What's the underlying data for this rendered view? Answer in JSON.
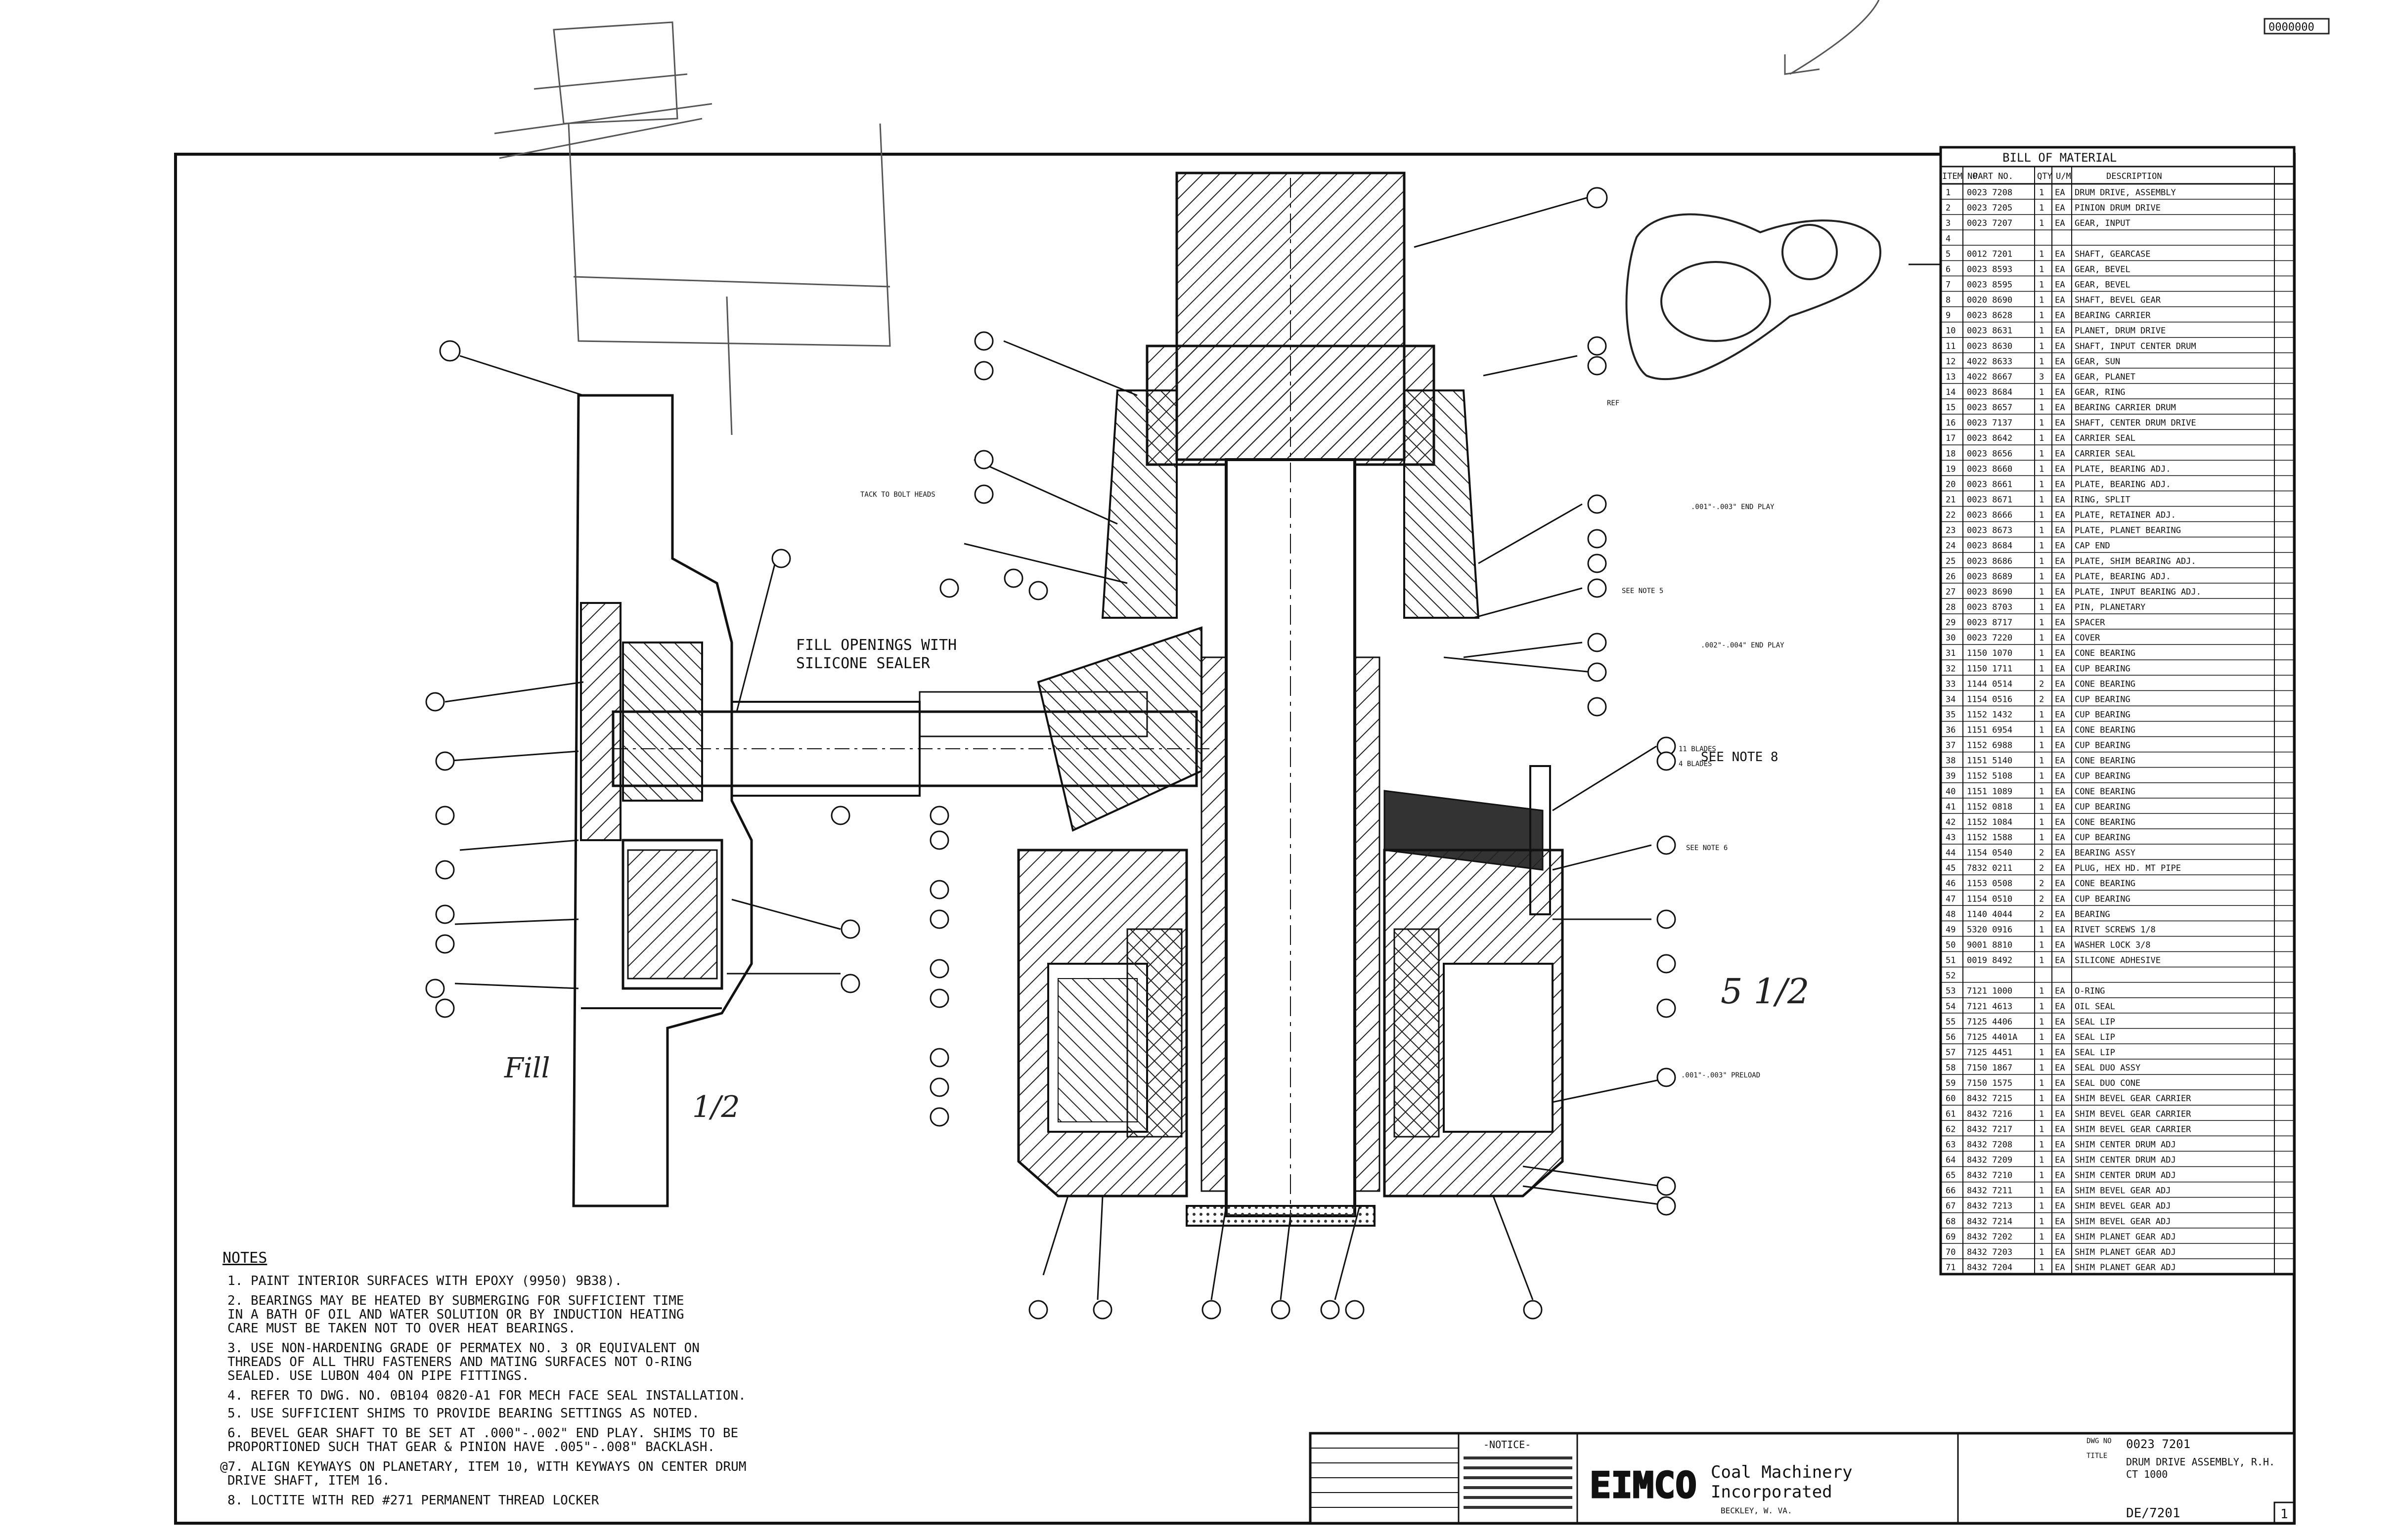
{
  "corner_tag": "0000000",
  "bom": {
    "title": "BILL OF MATERIAL",
    "headers": {
      "item": "ITEM NO",
      "part_no": "PART NO.",
      "qty": "QTY",
      "um": "U/M",
      "description": "DESCRIPTION"
    },
    "rows": [
      {
        "item": "1",
        "part_no": "0023 7208",
        "qty": "1",
        "um": "EA",
        "desc": "DRUM DRIVE, ASSEMBLY"
      },
      {
        "item": "2",
        "part_no": "0023 7205",
        "qty": "1",
        "um": "EA",
        "desc": "PINION DRUM DRIVE"
      },
      {
        "item": "3",
        "part_no": "0023 7207",
        "qty": "1",
        "um": "EA",
        "desc": "GEAR, INPUT"
      },
      {
        "item": "4",
        "part_no": "",
        "qty": "",
        "um": "",
        "desc": ""
      },
      {
        "item": "5",
        "part_no": "0012 7201",
        "qty": "1",
        "um": "EA",
        "desc": "SHAFT, GEARCASE"
      },
      {
        "item": "6",
        "part_no": "0023 8593",
        "qty": "1",
        "um": "EA",
        "desc": "GEAR, BEVEL"
      },
      {
        "item": "7",
        "part_no": "0023 8595",
        "qty": "1",
        "um": "EA",
        "desc": "GEAR, BEVEL"
      },
      {
        "item": "8",
        "part_no": "0020 8690",
        "qty": "1",
        "um": "EA",
        "desc": "SHAFT, BEVEL GEAR"
      },
      {
        "item": "9",
        "part_no": "0023 8628",
        "qty": "1",
        "um": "EA",
        "desc": "BEARING CARRIER"
      },
      {
        "item": "10",
        "part_no": "0023 8631",
        "qty": "1",
        "um": "EA",
        "desc": "PLANET, DRUM DRIVE"
      },
      {
        "item": "11",
        "part_no": "0023 8630",
        "qty": "1",
        "um": "EA",
        "desc": "SHAFT, INPUT CENTER DRUM"
      },
      {
        "item": "12",
        "part_no": "4022 8633",
        "qty": "1",
        "um": "EA",
        "desc": "GEAR, SUN"
      },
      {
        "item": "13",
        "part_no": "4022 8667",
        "qty": "3",
        "um": "EA",
        "desc": "GEAR, PLANET"
      },
      {
        "item": "14",
        "part_no": "0023 8684",
        "qty": "1",
        "um": "EA",
        "desc": "GEAR, RING"
      },
      {
        "item": "15",
        "part_no": "0023 8657",
        "qty": "1",
        "um": "EA",
        "desc": "BEARING CARRIER DRUM"
      },
      {
        "item": "16",
        "part_no": "0023 7137",
        "qty": "1",
        "um": "EA",
        "desc": "SHAFT, CENTER DRUM DRIVE"
      },
      {
        "item": "17",
        "part_no": "0023 8642",
        "qty": "1",
        "um": "EA",
        "desc": "CARRIER SEAL"
      },
      {
        "item": "18",
        "part_no": "0023 8656",
        "qty": "1",
        "um": "EA",
        "desc": "CARRIER SEAL"
      },
      {
        "item": "19",
        "part_no": "0023 8660",
        "qty": "1",
        "um": "EA",
        "desc": "PLATE, BEARING ADJ."
      },
      {
        "item": "20",
        "part_no": "0023 8661",
        "qty": "1",
        "um": "EA",
        "desc": "PLATE, BEARING ADJ."
      },
      {
        "item": "21",
        "part_no": "0023 8671",
        "qty": "1",
        "um": "EA",
        "desc": "RING, SPLIT"
      },
      {
        "item": "22",
        "part_no": "0023 8666",
        "qty": "1",
        "um": "EA",
        "desc": "PLATE, RETAINER ADJ."
      },
      {
        "item": "23",
        "part_no": "0023 8673",
        "qty": "1",
        "um": "EA",
        "desc": "PLATE, PLANET BEARING"
      },
      {
        "item": "24",
        "part_no": "0023 8684",
        "qty": "1",
        "um": "EA",
        "desc": "CAP END"
      },
      {
        "item": "25",
        "part_no": "0023 8686",
        "qty": "1",
        "um": "EA",
        "desc": "PLATE, SHIM BEARING ADJ."
      },
      {
        "item": "26",
        "part_no": "0023 8689",
        "qty": "1",
        "um": "EA",
        "desc": "PLATE, BEARING ADJ."
      },
      {
        "item": "27",
        "part_no": "0023 8690",
        "qty": "1",
        "um": "EA",
        "desc": "PLATE, INPUT BEARING ADJ."
      },
      {
        "item": "28",
        "part_no": "0023 8703",
        "qty": "1",
        "um": "EA",
        "desc": "PIN, PLANETARY"
      },
      {
        "item": "29",
        "part_no": "0023 8717",
        "qty": "1",
        "um": "EA",
        "desc": "SPACER"
      },
      {
        "item": "30",
        "part_no": "0023 7220",
        "qty": "1",
        "um": "EA",
        "desc": "COVER"
      },
      {
        "item": "31",
        "part_no": "1150 1070",
        "qty": "1",
        "um": "EA",
        "desc": "CONE BEARING"
      },
      {
        "item": "32",
        "part_no": "1150 1711",
        "qty": "1",
        "um": "EA",
        "desc": "CUP BEARING"
      },
      {
        "item": "33",
        "part_no": "1144 0514",
        "qty": "2",
        "um": "EA",
        "desc": "CONE BEARING"
      },
      {
        "item": "34",
        "part_no": "1154 0516",
        "qty": "2",
        "um": "EA",
        "desc": "CUP BEARING"
      },
      {
        "item": "35",
        "part_no": "1152 1432",
        "qty": "1",
        "um": "EA",
        "desc": "CUP BEARING"
      },
      {
        "item": "36",
        "part_no": "1151 6954",
        "qty": "1",
        "um": "EA",
        "desc": "CONE BEARING"
      },
      {
        "item": "37",
        "part_no": "1152 6988",
        "qty": "1",
        "um": "EA",
        "desc": "CUP BEARING"
      },
      {
        "item": "38",
        "part_no": "1151 5140",
        "qty": "1",
        "um": "EA",
        "desc": "CONE BEARING"
      },
      {
        "item": "39",
        "part_no": "1152 5108",
        "qty": "1",
        "um": "EA",
        "desc": "CUP BEARING"
      },
      {
        "item": "40",
        "part_no": "1151 1089",
        "qty": "1",
        "um": "EA",
        "desc": "CONE BEARING"
      },
      {
        "item": "41",
        "part_no": "1152 0818",
        "qty": "1",
        "um": "EA",
        "desc": "CUP BEARING"
      },
      {
        "item": "42",
        "part_no": "1152 1084",
        "qty": "1",
        "um": "EA",
        "desc": "CONE BEARING"
      },
      {
        "item": "43",
        "part_no": "1152 1588",
        "qty": "1",
        "um": "EA",
        "desc": "CUP BEARING"
      },
      {
        "item": "44",
        "part_no": "1154 0540",
        "qty": "2",
        "um": "EA",
        "desc": "BEARING ASSY"
      },
      {
        "item": "45",
        "part_no": "7832 0211",
        "qty": "2",
        "um": "EA",
        "desc": "PLUG, HEX HD. MT PIPE"
      },
      {
        "item": "46",
        "part_no": "1153 0508",
        "qty": "2",
        "um": "EA",
        "desc": "CONE BEARING"
      },
      {
        "item": "47",
        "part_no": "1154 0510",
        "qty": "2",
        "um": "EA",
        "desc": "CUP BEARING"
      },
      {
        "item": "48",
        "part_no": "1140 4044",
        "qty": "2",
        "um": "EA",
        "desc": "BEARING"
      },
      {
        "item": "49",
        "part_no": "5320 0916",
        "qty": "1",
        "um": "EA",
        "desc": "RIVET SCREWS 1/8"
      },
      {
        "item": "50",
        "part_no": "9001 8810",
        "qty": "1",
        "um": "EA",
        "desc": "WASHER LOCK 3/8"
      },
      {
        "item": "51",
        "part_no": "0019 8492",
        "qty": "1",
        "um": "EA",
        "desc": "SILICONE ADHESIVE"
      },
      {
        "item": "52",
        "part_no": "",
        "qty": "",
        "um": "",
        "desc": ""
      },
      {
        "item": "53",
        "part_no": "7121 1000",
        "qty": "1",
        "um": "EA",
        "desc": "O-RING"
      },
      {
        "item": "54",
        "part_no": "7121 4613",
        "qty": "1",
        "um": "EA",
        "desc": "OIL SEAL"
      },
      {
        "item": "55",
        "part_no": "7125 4406",
        "qty": "1",
        "um": "EA",
        "desc": "SEAL LIP"
      },
      {
        "item": "56",
        "part_no": "7125 4401A",
        "qty": "1",
        "um": "EA",
        "desc": "SEAL LIP"
      },
      {
        "item": "57",
        "part_no": "7125 4451",
        "qty": "1",
        "um": "EA",
        "desc": "SEAL LIP"
      },
      {
        "item": "58",
        "part_no": "7150 1867",
        "qty": "1",
        "um": "EA",
        "desc": "SEAL DUO ASSY"
      },
      {
        "item": "59",
        "part_no": "7150 1575",
        "qty": "1",
        "um": "EA",
        "desc": "SEAL DUO CONE"
      },
      {
        "item": "60",
        "part_no": "8432 7215",
        "qty": "1",
        "um": "EA",
        "desc": "SHIM BEVEL GEAR CARRIER"
      },
      {
        "item": "61",
        "part_no": "8432 7216",
        "qty": "1",
        "um": "EA",
        "desc": "SHIM BEVEL GEAR CARRIER"
      },
      {
        "item": "62",
        "part_no": "8432 7217",
        "qty": "1",
        "um": "EA",
        "desc": "SHIM BEVEL GEAR CARRIER"
      },
      {
        "item": "63",
        "part_no": "8432 7208",
        "qty": "1",
        "um": "EA",
        "desc": "SHIM CENTER DRUM ADJ"
      },
      {
        "item": "64",
        "part_no": "8432 7209",
        "qty": "1",
        "um": "EA",
        "desc": "SHIM CENTER DRUM ADJ"
      },
      {
        "item": "65",
        "part_no": "8432 7210",
        "qty": "1",
        "um": "EA",
        "desc": "SHIM CENTER DRUM ADJ"
      },
      {
        "item": "66",
        "part_no": "8432 7211",
        "qty": "1",
        "um": "EA",
        "desc": "SHIM BEVEL GEAR ADJ"
      },
      {
        "item": "67",
        "part_no": "8432 7213",
        "qty": "1",
        "um": "EA",
        "desc": "SHIM BEVEL GEAR ADJ"
      },
      {
        "item": "68",
        "part_no": "8432 7214",
        "qty": "1",
        "um": "EA",
        "desc": "SHIM BEVEL GEAR ADJ"
      },
      {
        "item": "69",
        "part_no": "8432 7202",
        "qty": "1",
        "um": "EA",
        "desc": "SHIM PLANET GEAR ADJ"
      },
      {
        "item": "70",
        "part_no": "8432 7203",
        "qty": "1",
        "um": "EA",
        "desc": "SHIM PLANET GEAR ADJ"
      },
      {
        "item": "71",
        "part_no": "8432 7204",
        "qty": "1",
        "um": "EA",
        "desc": "SHIM PLANET GEAR ADJ"
      }
    ]
  },
  "notes": {
    "heading": "NOTES",
    "lines": [
      "1. PAINT INTERIOR SURFACES WITH EPOXY (9950) 9B38).",
      "2. BEARINGS MAY BE HEATED BY SUBMERGING FOR SUFFICIENT TIME",
      "   IN A BATH OF OIL AND WATER SOLUTION OR BY INDUCTION HEATING",
      "   CARE MUST BE TAKEN NOT TO OVER HEAT BEARINGS.",
      "3. USE NON-HARDENING GRADE OF PERMATEX NO. 3 OR EQUIVALENT ON",
      "   THREADS OF ALL THRU FASTENERS AND MATING SURFACES NOT O-RING",
      "   SEALED. USE LUBON 404 ON PIPE FITTINGS.",
      "4. REFER TO DWG. NO. 0B104 0820-A1 FOR MECH FACE SEAL INSTALLATION.",
      "5. USE SUFFICIENT SHIMS TO PROVIDE BEARING SETTINGS AS NOTED.",
      "6. BEVEL GEAR SHAFT TO BE SET AT .000\"-.002\" END PLAY. SHIMS TO BE",
      "   PROPORTIONED SUCH THAT GEAR & PINION HAVE .005\"-.008\" BACKLASH.",
      "@7. ALIGN KEYWAYS ON PLANETARY, ITEM 10, WITH KEYWAYS ON CENTER DRUM",
      "   DRIVE SHAFT, ITEM 16.",
      "8. LOCTITE WITH RED #271 PERMANENT THREAD LOCKER"
    ]
  },
  "callouts": {
    "fill_openings": [
      "FILL OPENINGS WITH",
      "SILICONE SEALER"
    ],
    "see_note_8": "SEE NOTE 8",
    "see_note_5": "SEE NOTE 5",
    "see_note_6": "SEE NOTE 6",
    "blades_a": "11 BLADES",
    "blades_b": "4 BLADES",
    "end_play_a": ".001\"-.003\" END PLAY",
    "end_play_b": ".002\"-.004\" END PLAY",
    "preload": ".001\"-.003\" PRELOAD",
    "ref": "REF",
    "bolt_heads": "TACK TO BOLT HEADS"
  },
  "handwriting": {
    "fill": "Fill",
    "half": "1/2",
    "five_half": "5 1/2"
  },
  "title_block": {
    "notice_heading": "-NOTICE-",
    "company_logo": "EIMCO",
    "company_line1": "Coal Machinery",
    "company_line2": "Incorporated",
    "company_line3": "BECKLEY, W. VA.",
    "dwg_no_label": "DWG NO",
    "dwg_no": "0023 7201",
    "title_label": "TITLE",
    "title_line1": "DRUM DRIVE ASSEMBLY, R.H.",
    "title_line2": "CT 1000",
    "bottom_no": "DE/7201",
    "sheet": "1"
  }
}
